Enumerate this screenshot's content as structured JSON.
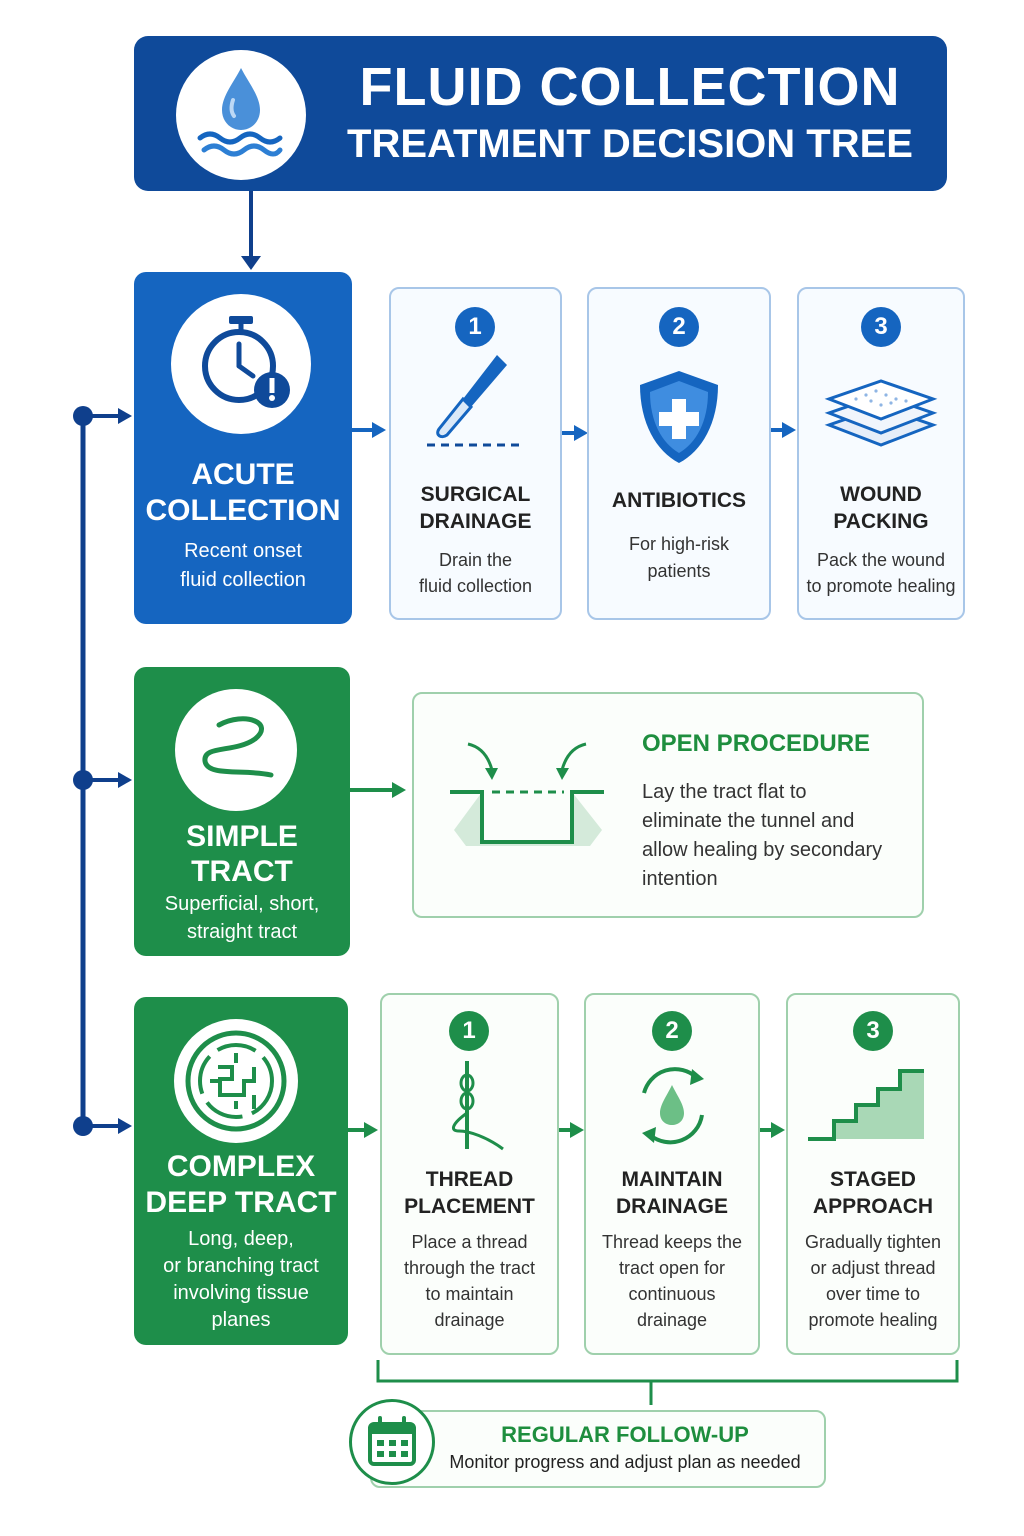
{
  "header": {
    "title_line1": "FLUID COLLECTION",
    "title_line2": "TREATMENT DECISION TREE",
    "icon": "water-drop-icon"
  },
  "acute": {
    "title_line1": "ACUTE",
    "title_line2": "COLLECTION",
    "desc_line1": "Recent onset",
    "desc_line2": "fluid collection",
    "icon": "stopwatch-alert-icon",
    "color": "#1565c0",
    "steps": [
      {
        "num": "1",
        "title_line1": "SURGICAL",
        "title_line2": "DRAINAGE",
        "desc_line1": "Drain the",
        "desc_line2": "fluid collection",
        "icon": "scalpel-icon"
      },
      {
        "num": "2",
        "title_line1": "ANTIBIOTICS",
        "desc_line1": "For high-risk",
        "desc_line2": "patients",
        "icon": "shield-cross-icon"
      },
      {
        "num": "3",
        "title_line1": "WOUND",
        "title_line2": "PACKING",
        "desc_line1": "Pack the wound",
        "desc_line2": "to promote healing",
        "icon": "gauze-layers-icon"
      }
    ]
  },
  "simple": {
    "title_line1": "SIMPLE",
    "title_line2": "TRACT",
    "desc_line1": "Superficial, short,",
    "desc_line2": "straight tract",
    "icon": "squiggle-tract-icon",
    "color": "#1e8e4a",
    "procedure": {
      "title": "OPEN PROCEDURE",
      "desc_line1": "Lay the tract flat to",
      "desc_line2": "eliminate the tunnel and",
      "desc_line3": "allow healing by secondary",
      "desc_line4": "intention",
      "icon": "open-tract-icon"
    }
  },
  "complex": {
    "title_line1": "COMPLEX",
    "title_line2": "DEEP TRACT",
    "desc_line1": "Long, deep,",
    "desc_line2": "or branching tract",
    "desc_line3": "involving tissue",
    "desc_line4": "planes",
    "icon": "maze-icon",
    "color": "#1e8e4a",
    "steps": [
      {
        "num": "1",
        "title_line1": "THREAD",
        "title_line2": "PLACEMENT",
        "desc_line1": "Place a thread",
        "desc_line2": "through the tract",
        "desc_line3": "to maintain",
        "desc_line4": "drainage",
        "icon": "thread-icon"
      },
      {
        "num": "2",
        "title_line1": "MAINTAIN",
        "title_line2": "DRAINAGE",
        "desc_line1": "Thread keeps the",
        "desc_line2": "tract open for",
        "desc_line3": "continuous",
        "desc_line4": "drainage",
        "icon": "cycle-drop-icon"
      },
      {
        "num": "3",
        "title_line1": "STAGED",
        "title_line2": "APPROACH",
        "desc_line1": "Gradually tighten",
        "desc_line2": "or adjust thread",
        "desc_line3": "over time to",
        "desc_line4": "promote healing",
        "icon": "stairs-icon"
      }
    ]
  },
  "followup": {
    "title": "REGULAR FOLLOW-UP",
    "desc": "Monitor progress and adjust plan as needed",
    "icon": "calendar-icon"
  },
  "colors": {
    "navy": "#0f4a9a",
    "blue": "#1565c0",
    "green": "#1e8e4a",
    "connector": "#0f3f8c"
  }
}
